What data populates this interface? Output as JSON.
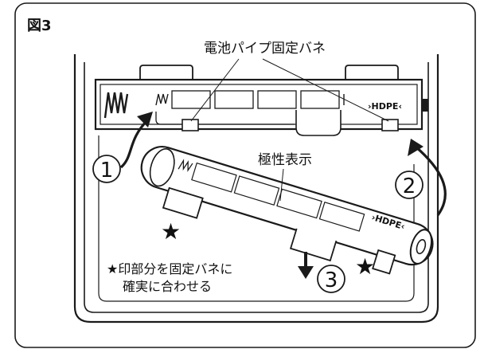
{
  "figure": {
    "title": "図3",
    "labels": {
      "spring_clip": "電池パイプ固定バネ",
      "polarity": "極性表示",
      "instruction_line1": "★印部分を固定バネに",
      "instruction_line2": "確実に合わせる"
    },
    "hdpe_mark": "›HDPE‹",
    "steps": [
      "1",
      "2",
      "3"
    ],
    "star": "★",
    "colors": {
      "line": "#1a1a1a",
      "background": "#ffffff"
    }
  }
}
